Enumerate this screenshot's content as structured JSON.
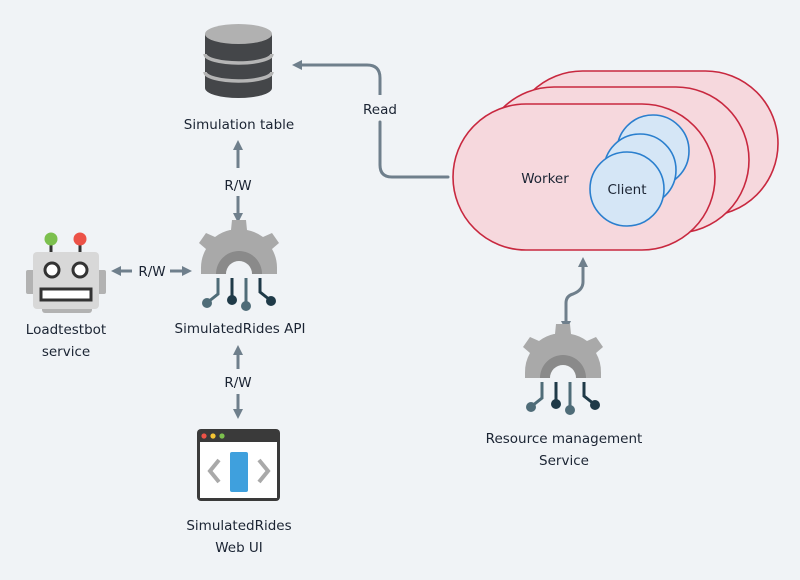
{
  "diagram": {
    "nodes": {
      "simulation_table": {
        "label": "Simulation table",
        "icon": "database-icon"
      },
      "simulatedrides_api": {
        "label": "SimulatedRides API",
        "icon": "gear-circuit-icon"
      },
      "loadtestbot": {
        "label_lines": [
          "Loadtestbot",
          "service"
        ],
        "icon": "robot-icon"
      },
      "web_ui": {
        "label_lines": [
          "SimulatedRides",
          "Web UI"
        ],
        "icon": "browser-window-icon"
      },
      "worker": {
        "label": "Worker",
        "stack_count": 3
      },
      "client": {
        "label": "Client",
        "stack_count": 3
      },
      "resource_mgmt": {
        "label_lines": [
          "Resource management",
          "Service"
        ],
        "icon": "gear-circuit-icon"
      }
    },
    "edges": [
      {
        "from": "simulatedrides_api",
        "to": "simulation_table",
        "label": "R/W",
        "bidirectional": true
      },
      {
        "from": "loadtestbot",
        "to": "simulatedrides_api",
        "label": "R/W",
        "bidirectional": true
      },
      {
        "from": "simulatedrides_api",
        "to": "web_ui",
        "label": "R/W",
        "bidirectional": true
      },
      {
        "from": "worker",
        "to": "simulation_table",
        "label": "Read",
        "bidirectional": false
      },
      {
        "from": "resource_mgmt",
        "to": "worker",
        "label": "",
        "bidirectional": true
      }
    ],
    "colors": {
      "background": "#f0f3f6",
      "connector": "#6f7f8c",
      "worker_fill": "#f6d8dd",
      "worker_stroke": "#c8283f",
      "client_fill": "#d5e6f6",
      "client_stroke": "#2a7fce",
      "gear": "#a9a9a9",
      "text": "#1b2433"
    }
  }
}
